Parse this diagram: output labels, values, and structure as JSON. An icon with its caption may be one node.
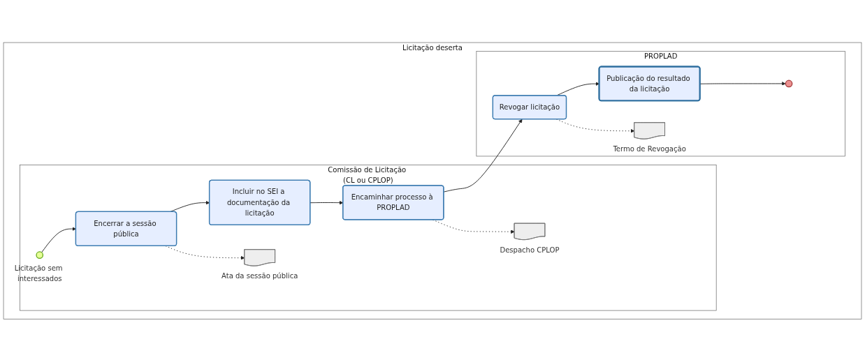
{
  "diagram": {
    "nodes": [
      {
        "text": [
          "Licitação deserta"
        ]
      },
      {
        "text": [
          "Comissão de Licitação (CL ou CPLOP)"
        ],
        "in": 0
      },
      {
        "text": [],
        "shape": "circle",
        "beside": [
          "Licitação sem interessados"
        ],
        "in": 1
      },
      {
        "text": [
          "Encerrar a sessão pública"
        ],
        "in": 1
      },
      {
        "text": [
          "Incluir no SEI a documentação da licitação"
        ],
        "in": 1
      },
      {
        "text": [
          "Encaminhar processo à PROPLAD"
        ],
        "in": 1
      },
      {
        "text": [],
        "shape": "document",
        "beside": [
          "Despacho CPLOP"
        ],
        "in": 1
      },
      {
        "text": [],
        "shape": "document",
        "beside": [
          "Ata da sessão pública"
        ],
        "in": 1
      },
      {
        "text": [
          "PROPLAD"
        ],
        "in": 0
      },
      {
        "text": [],
        "shape": "document",
        "beside": [
          "Termo de Revogação"
        ],
        "in": 8
      },
      {
        "text": [
          "Revogar licitação"
        ],
        "in": 8
      },
      {
        "text": [
          "Publicação do resultado da licitação"
        ],
        "in": 8
      },
      {
        "text": [],
        "shape": "circle",
        "in": 8
      }
    ],
    "edges": [
      {
        "from": 2,
        "to": 3,
        "arrow": "to"
      },
      {
        "from": 3,
        "to": 4,
        "arrow": "to"
      },
      {
        "from": 4,
        "to": 5,
        "arrow": "to"
      },
      {
        "from": 5,
        "to": 6,
        "arrow": "to",
        "style": "dashed"
      },
      {
        "from": 3,
        "to": 7,
        "arrow": "to",
        "style": "dashed"
      },
      {
        "from": 5,
        "to": 10,
        "arrow": "to"
      },
      {
        "from": 10,
        "to": 9,
        "arrow": "to",
        "style": "dashed"
      },
      {
        "from": 10,
        "to": 11,
        "arrow": "to"
      },
      {
        "from": 11,
        "to": 12,
        "arrow": "to"
      }
    ]
  }
}
